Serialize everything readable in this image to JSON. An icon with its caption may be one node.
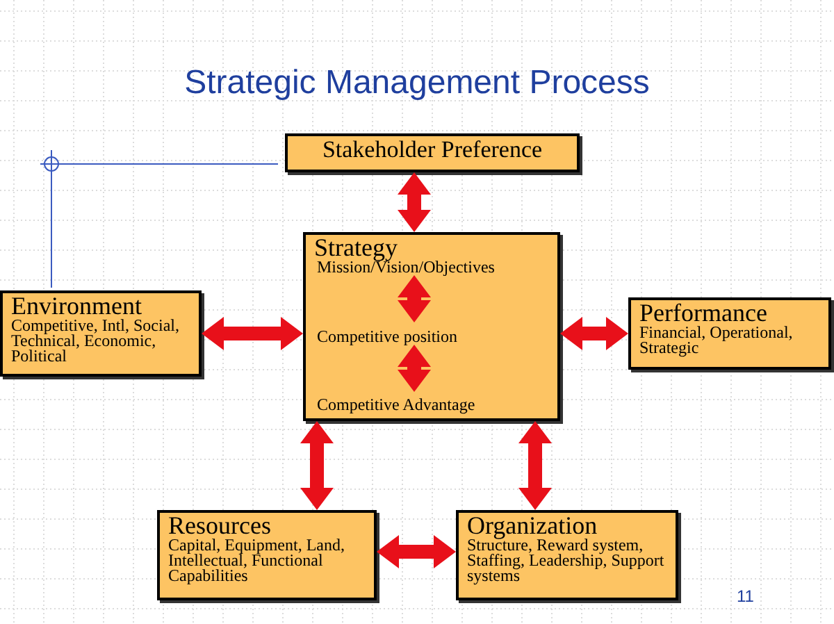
{
  "diagram": {
    "title": "Strategic Management Process",
    "nodes": [
      {
        "text": [
          "Stakeholder Preference"
        ]
      },
      {
        "text": [
          "Strategy"
        ]
      },
      {
        "text": [
          "Mission/Vision/Objectives"
        ],
        "in": 1
      },
      {
        "text": [
          "Competitive position"
        ],
        "in": 1
      },
      {
        "text": [
          "Competitive Advantage"
        ],
        "in": 1
      },
      {
        "text": [
          "Environment",
          "Competitive, Intl, Social, Technical, Economic, Political"
        ]
      },
      {
        "text": [
          "Performance",
          "Financial, Operational, Strategic"
        ]
      },
      {
        "text": [
          "Resources",
          "Capital, Equipment, Land, Intellectual, Functional Capabilities"
        ]
      },
      {
        "text": [
          "Organization",
          "Structure, Reward system, Staffing, Leadership, Support systems"
        ]
      }
    ],
    "edges": [
      {
        "from": 0,
        "to": 1,
        "arrow": "both"
      },
      {
        "from": 2,
        "to": 3,
        "arrow": "both"
      },
      {
        "from": 3,
        "to": 4,
        "arrow": "both"
      },
      {
        "from": 5,
        "to": 1,
        "arrow": "both"
      },
      {
        "from": 1,
        "to": 6,
        "arrow": "both"
      },
      {
        "from": 7,
        "to": 1,
        "arrow": "both"
      },
      {
        "from": 8,
        "to": 1,
        "arrow": "both"
      },
      {
        "from": 7,
        "to": 8,
        "arrow": "both"
      }
    ],
    "labels": [
      "11"
    ]
  }
}
